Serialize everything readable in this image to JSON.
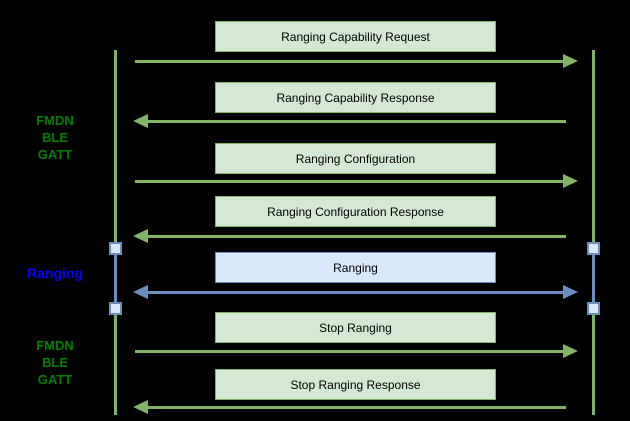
{
  "colors": {
    "background": "#000000",
    "green_fill": "#d5e8d4",
    "green_stroke": "#82b366",
    "blue_fill": "#dae8fc",
    "blue_stroke": "#6c8ebf",
    "label_green": "#008000",
    "label_blue": "#0000ff",
    "message_text": "#000000"
  },
  "side_labels": [
    {
      "lines": [
        "FMDN",
        "BLE",
        "GATT"
      ],
      "color": "#008000"
    },
    {
      "lines": [
        "Ranging"
      ],
      "color": "#0000ff"
    },
    {
      "lines": [
        "FMDN",
        "BLE",
        "GATT"
      ],
      "color": "#008000"
    }
  ],
  "messages": [
    {
      "label": "Ranging Capability Request",
      "direction": "right",
      "scheme": "green"
    },
    {
      "label": "Ranging Capability Response",
      "direction": "left",
      "scheme": "green"
    },
    {
      "label": "Ranging Configuration",
      "direction": "right",
      "scheme": "green"
    },
    {
      "label": "Ranging Configuration Response",
      "direction": "left",
      "scheme": "green"
    },
    {
      "label": "Ranging",
      "direction": "both",
      "scheme": "blue"
    },
    {
      "label": "Stop Ranging",
      "direction": "right",
      "scheme": "green"
    },
    {
      "label": "Stop Ranging Response",
      "direction": "left",
      "scheme": "green"
    }
  ]
}
